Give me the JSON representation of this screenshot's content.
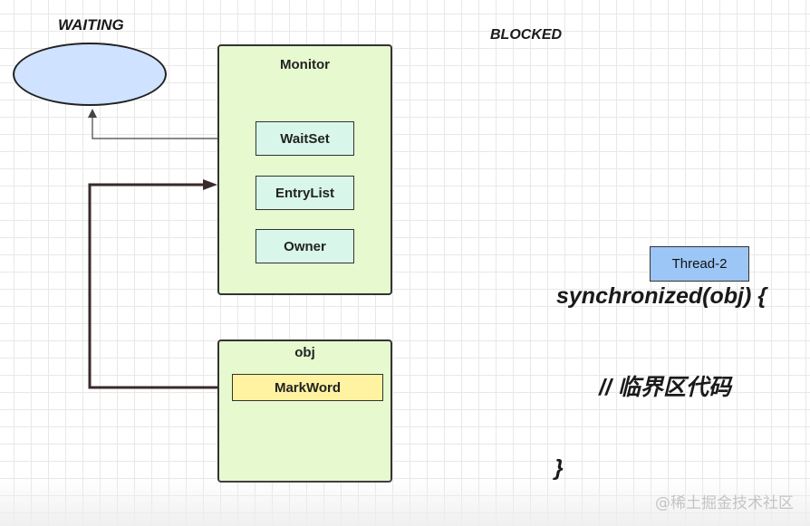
{
  "states": {
    "waiting": "WAITING",
    "blocked": "BLOCKED"
  },
  "monitor": {
    "title": "Monitor",
    "wait_set": "WaitSet",
    "entry_list": "EntryList",
    "owner": "Owner"
  },
  "obj": {
    "title": "obj",
    "mark_word": "MarkWord"
  },
  "thread": {
    "label": "Thread-2"
  },
  "code": {
    "line1": "synchronized(obj) {",
    "line2": "// 临界区代码",
    "line3": "}"
  },
  "watermark": "@稀土掘金技术社区",
  "colors": {
    "panel_fill": "#e6f9cf",
    "slot_fill": "#d8f7ea",
    "markword_fill": "#fff2a0",
    "thread_fill": "#9cc6f5",
    "ellipse_fill": "#cfe2ff"
  }
}
